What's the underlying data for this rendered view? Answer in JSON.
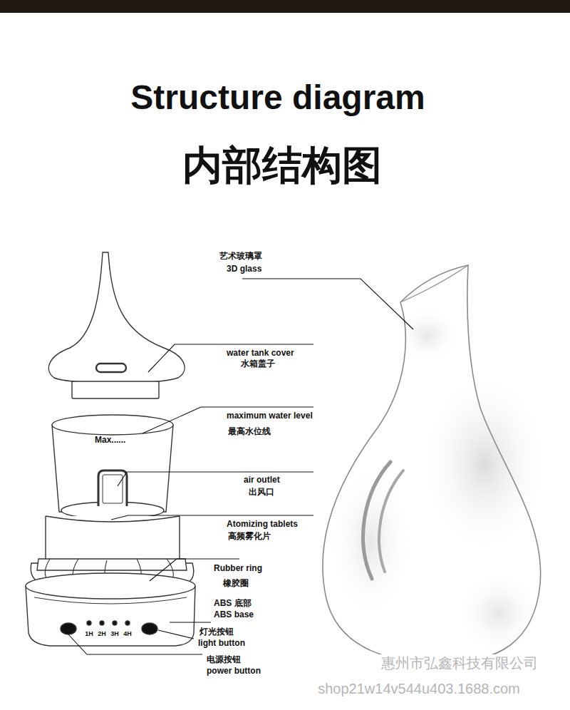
{
  "diagram": {
    "title": "Structure diagram",
    "labels": [
      "内部结构图",
      "艺术玻璃罩",
      "3D glass",
      "water tank cover",
      "水箱盖子",
      "maximum water level",
      "最高水位线",
      "Max......",
      "air outlet",
      "出风口",
      "Atomizing tablets",
      "高频雾化片",
      "Rubber ring",
      "橡胶圈",
      "ABS 底部",
      "ABS base",
      "1H",
      "2H",
      "3H",
      "4H",
      "灯光按钮",
      "light button",
      "电源按钮",
      "power button",
      "惠州市弘鑫科技有限公司",
      "shop21w14v544u403.1688.com"
    ]
  }
}
